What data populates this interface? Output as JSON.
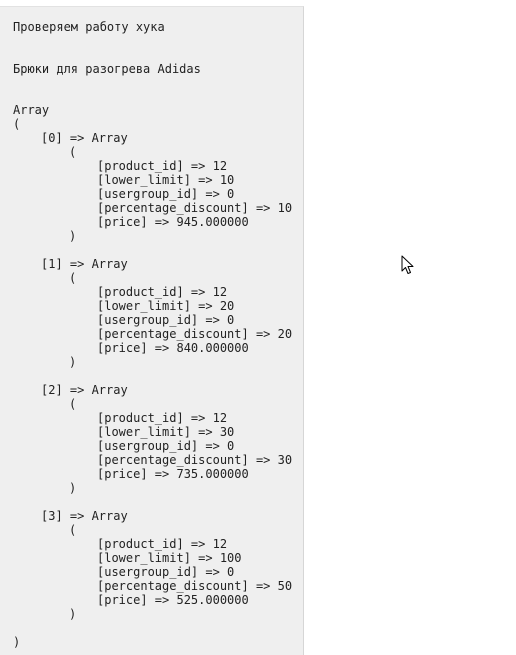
{
  "output": {
    "hook_message": "Проверяем работу хука",
    "product_name": "Брюки для разогрева Adidas",
    "array_open_label": "Array",
    "open_paren": "(",
    "close_paren": ")",
    "entries": [
      {
        "index_line": "[0] => Array",
        "open": "(",
        "fields": [
          "[product_id] => 12",
          "[lower_limit] => 10",
          "[usergroup_id] => 0",
          "[percentage_discount] => 10",
          "[price] => 945.000000"
        ],
        "close": ")"
      },
      {
        "index_line": "[1] => Array",
        "open": "(",
        "fields": [
          "[product_id] => 12",
          "[lower_limit] => 20",
          "[usergroup_id] => 0",
          "[percentage_discount] => 20",
          "[price] => 840.000000"
        ],
        "close": ")"
      },
      {
        "index_line": "[2] => Array",
        "open": "(",
        "fields": [
          "[product_id] => 12",
          "[lower_limit] => 30",
          "[usergroup_id] => 0",
          "[percentage_discount] => 30",
          "[price] => 735.000000"
        ],
        "close": ")"
      },
      {
        "index_line": "[3] => Array",
        "open": "(",
        "fields": [
          "[product_id] => 12",
          "[lower_limit] => 100",
          "[usergroup_id] => 0",
          "[percentage_discount] => 50",
          "[price] => 525.000000"
        ],
        "close": ")"
      }
    ]
  },
  "cursor": {
    "icon": "mouse-pointer-icon"
  }
}
